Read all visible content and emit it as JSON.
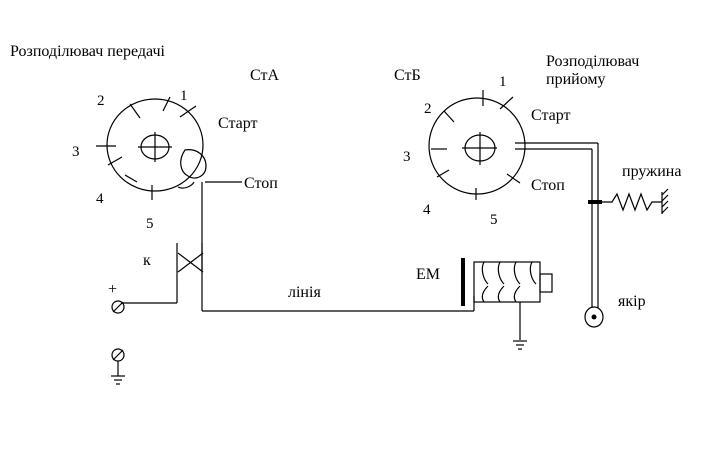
{
  "transmitter": {
    "title": "Розподілювач передачі",
    "code": "СтА",
    "start_label": "Старт",
    "stop_label": "Стоп",
    "positions": [
      "1",
      "2",
      "3",
      "4",
      "5"
    ]
  },
  "receiver": {
    "title_line1": "Розподілювач",
    "title_line2": "прийому",
    "code": "СтБ",
    "start_label": "Старт",
    "stop_label": "Стоп",
    "positions": [
      "1",
      "2",
      "3",
      "4",
      "5"
    ]
  },
  "labels": {
    "key": "к",
    "line": "лінія",
    "electromagnet": "ЕМ",
    "spring": "пружина",
    "anchor": "якір",
    "plus": "+"
  }
}
